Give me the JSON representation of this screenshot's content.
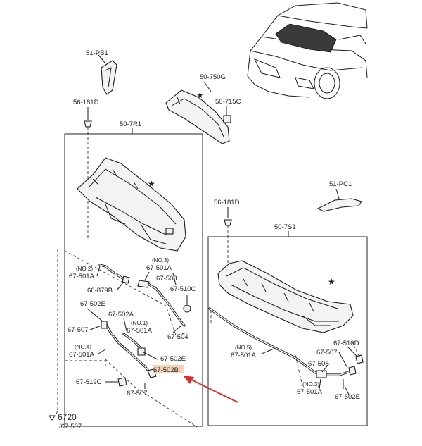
{
  "labels": {
    "l_51pb1": "51-PB1",
    "l_50750g": "50-750G",
    "l_50715c": "50-715C",
    "l_56181d_a": "56-181D",
    "l_507r1": "50-7R1",
    "l_51pc1": "51-PC1",
    "l_56181d_b": "56-181D",
    "l_507s1": "50-7S1",
    "l_no2": "(NO.2)",
    "l_67501a_a": "67-501A",
    "l_no3_a": "(NO.3)",
    "l_67501a_b": "67-501A",
    "l_67508_a": "67-508",
    "l_66879b": "66-879B",
    "l_67510c": "67-510C",
    "l_67502e_a": "67-502E",
    "l_67502a": "67-502A",
    "l_no1": "(NO.1)",
    "l_67501a_c": "67-501A",
    "l_67507_a": "67-507",
    "l_67504": "67-504",
    "l_no4": "(NO.4)",
    "l_67501a_d": "67-501A",
    "l_67502e_b": "67-502E",
    "l_67502b": "67-502B",
    "l_67519c": "67-519C",
    "l_67507_b": "67-507",
    "l_6720": "6720",
    "l_6720sub": "/67-507",
    "l_no5": "(NO.5)",
    "l_67501a_e": "67-501A",
    "l_67510d": "67-510D",
    "l_67507_c": "67-507",
    "l_67508_b": "67-508",
    "l_no3_b": "(NO.3)",
    "l_67501a_f": "67-501A",
    "l_67502e_c": "67-502E"
  },
  "colors": {
    "highlight": "#f6c7a2",
    "arrow": "#d9302b",
    "line": "#1a1a1a"
  },
  "icons": {
    "star": "star-marker-icon",
    "reference": "reference-arrow-icon"
  }
}
